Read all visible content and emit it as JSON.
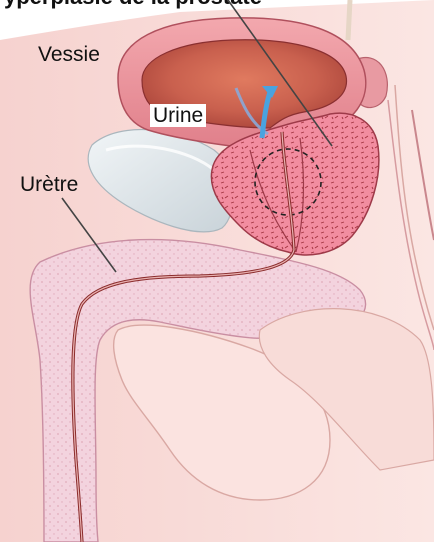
{
  "header": {
    "partial_title": "yperplasie de la prostate"
  },
  "labels": {
    "bladder": "Vessie",
    "urine": "Urine",
    "urethra": "Urètre"
  },
  "colors": {
    "skin": "#f7d9d6",
    "skin_outline": "#d9a8a3",
    "bladder_wall": "#e58f97",
    "bladder_inner": "#c45a4b",
    "prostate": "#f08a9a",
    "prostate_outline": "#9e3a49",
    "urine_arrow": "#4aa3df",
    "pubic_bone": "#dfe6ea",
    "corpus": "#f1c9d6",
    "urethra_line": "#8a2b2b"
  },
  "icons": {
    "urine_flow": "curved-arrow-icon"
  }
}
